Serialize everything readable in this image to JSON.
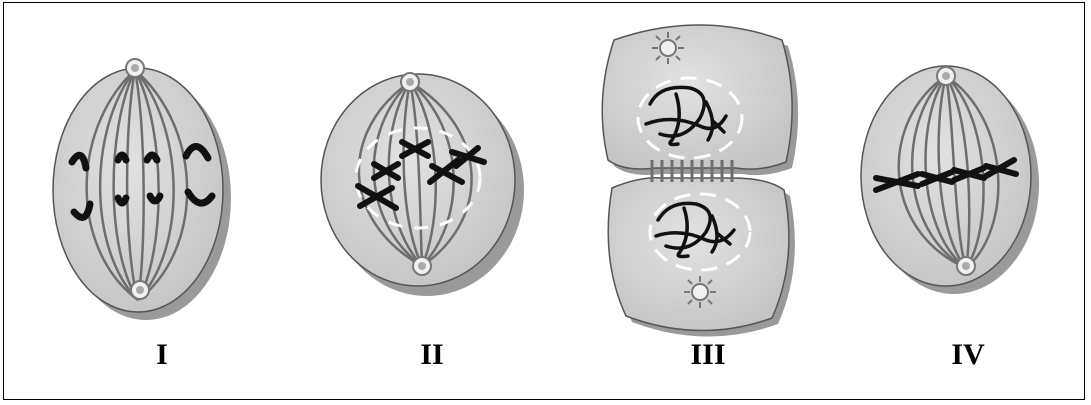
{
  "figure": {
    "stages": [
      {
        "id": "I",
        "label": "I"
      },
      {
        "id": "II",
        "label": "II"
      },
      {
        "id": "III",
        "label": "III"
      },
      {
        "id": "IV",
        "label": "IV"
      }
    ]
  },
  "colors": {
    "cell_fill": "#d4d4d4",
    "cell_shadow": "#9a9a9a",
    "spindle": "#6e6e6e",
    "chromosome": "#111111",
    "nucleus_dash": "#ffffff",
    "frame": "#000000"
  }
}
